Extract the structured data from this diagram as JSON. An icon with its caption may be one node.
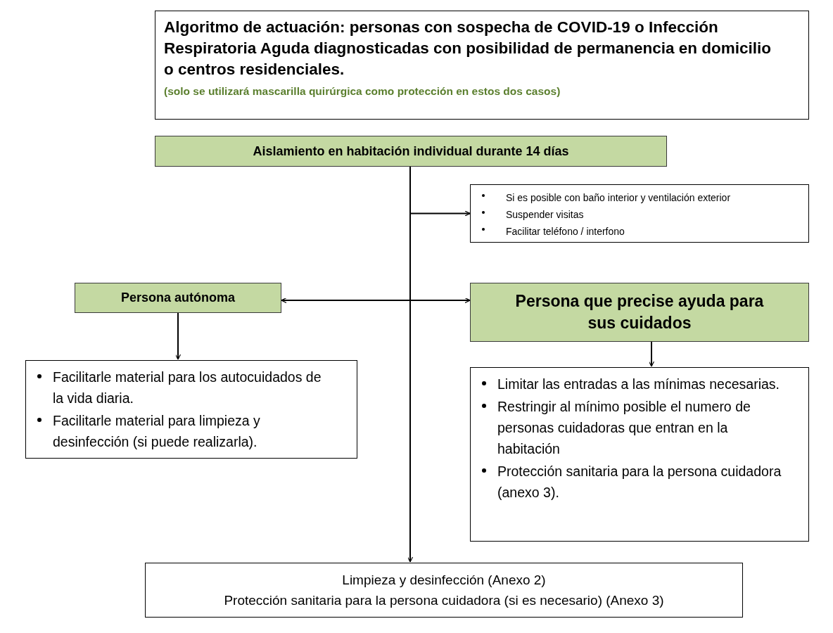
{
  "diagram": {
    "nodes": [
      {
        "text": [
          "Algoritmo de actuación: personas con sospecha de COVID-19 o Infección Respiratoria Aguda diagnosticadas con posibilidad de permanencia en domicilio o centros residenciales.",
          "(solo se utilizará mascarilla quirúrgica como protección en estos dos casos)"
        ]
      },
      {
        "text": [
          "Aislamiento en habitación individual durante 14 días"
        ]
      },
      {
        "text": [
          "Si es posible con baño interior y ventilación exterior",
          "Suspender visitas",
          "Facilitar teléfono / interfono"
        ]
      },
      {
        "text": [
          "Persona autónoma"
        ]
      },
      {
        "text": [
          "Persona que precise ayuda para sus cuidados"
        ]
      },
      {
        "text": [
          "Facilitarle material para los autocuidados de la vida diaria.",
          "Facilitarle material para limpieza y desinfección (si puede realizarla)."
        ]
      },
      {
        "text": [
          "Limitar las entradas a las mínimas necesarias.",
          "Restringir al mínimo posible el numero de personas cuidadoras que entran en la habitación",
          "Protección sanitaria para la persona cuidadora (anexo 3)."
        ]
      },
      {
        "text": [
          "Limpieza y desinfección (Anexo 2)",
          "Protección sanitaria para la persona cuidadora (si es necesario) (Anexo 3)"
        ]
      }
    ],
    "edges": [
      {
        "from": 1,
        "to": 2,
        "arrow": "to"
      },
      {
        "from": 3,
        "to": 4,
        "arrow": "both"
      },
      {
        "from": 3,
        "to": 5,
        "arrow": "to"
      },
      {
        "from": 4,
        "to": 6,
        "arrow": "to"
      },
      {
        "from": 1,
        "to": 7,
        "arrow": "to"
      }
    ]
  }
}
